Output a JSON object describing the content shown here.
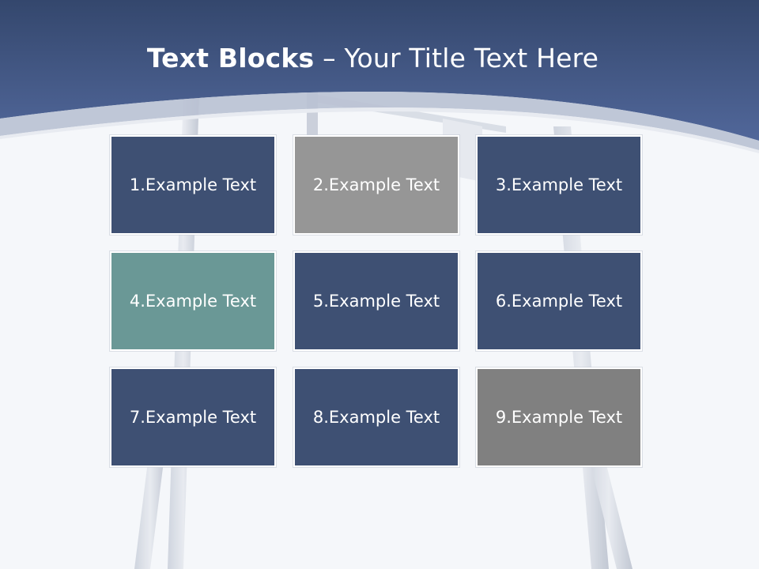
{
  "title": {
    "bold": "Text Blocks",
    "dash": " – ",
    "rest": "Your Title Text Here"
  },
  "blocks": [
    {
      "label": "1.Example Text",
      "color": "#3e5073"
    },
    {
      "label": "2.Example Text",
      "color": "#969696"
    },
    {
      "label": "3.Example Text",
      "color": "#3e5073"
    },
    {
      "label": "4.Example Text",
      "color": "#6a9896"
    },
    {
      "label": "5.Example Text",
      "color": "#3e5073"
    },
    {
      "label": "6.Example Text",
      "color": "#3e5073"
    },
    {
      "label": "7.Example Text",
      "color": "#3e5073"
    },
    {
      "label": "8.Example Text",
      "color": "#3e5073"
    },
    {
      "label": "9.Example Text",
      "color": "#808080"
    }
  ],
  "colors": {
    "header_top": "#374b72",
    "header_bottom": "#4d6496",
    "arc": "#b8c0d2"
  }
}
